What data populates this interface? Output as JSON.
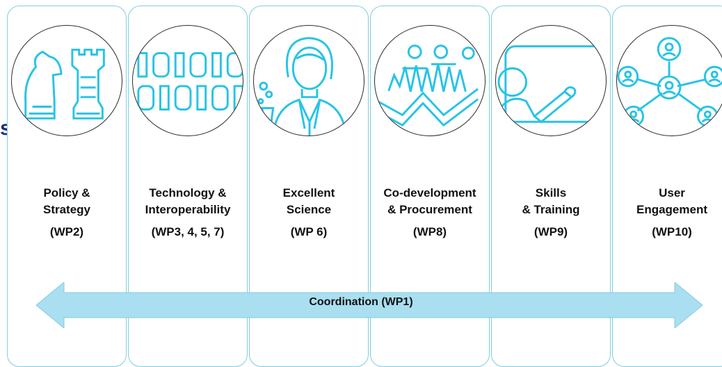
{
  "columns": [
    {
      "lines": [
        "Policy &",
        "Strategy"
      ],
      "wp": "(WP2)",
      "icon": "chess-pieces-icon"
    },
    {
      "lines": [
        "Technology &",
        "Interoperability"
      ],
      "wp": "(WP3, 4, 5, 7)",
      "icon": "binary-code-icon"
    },
    {
      "lines": [
        "Excellent",
        "Science"
      ],
      "wp": "(WP 6)",
      "icon": "scientist-icon"
    },
    {
      "lines": [
        "Co-development",
        "& Procurement"
      ],
      "wp": "(WP8)",
      "icon": "team-chart-icon"
    },
    {
      "lines": [
        "Skills",
        "& Training"
      ],
      "wp": "(WP9)",
      "icon": "presentation-board-icon"
    },
    {
      "lines": [
        "User",
        "Engagement"
      ],
      "wp": "(WP10)",
      "icon": "user-network-icon"
    }
  ],
  "coordination": {
    "label": "Coordination (WP1)"
  },
  "edge_text": "s",
  "colors": {
    "accent": "#29c3e6",
    "panel_border": "#7fcde0",
    "arrow_fill": "#a9dff0"
  }
}
